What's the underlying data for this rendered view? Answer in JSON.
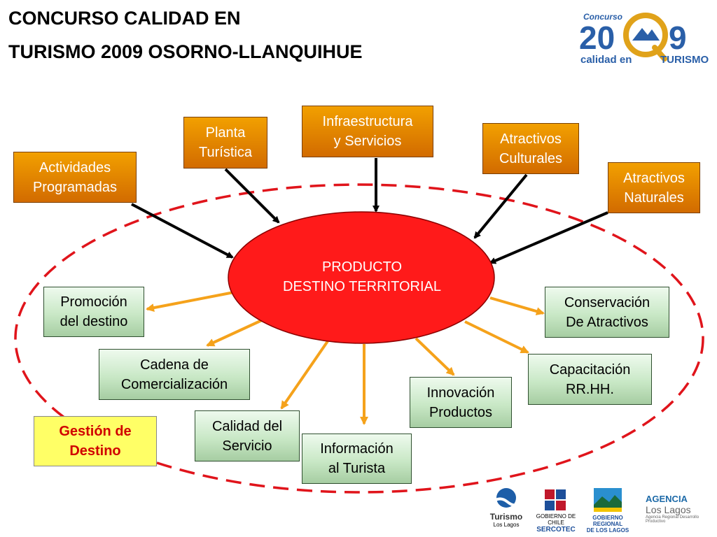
{
  "title": {
    "line1": "CONCURSO CALIDAD EN",
    "line2": "TURISMO 2009  OSORNO-LLANQUIHUE"
  },
  "logo": {
    "small": "Concurso",
    "year_left": "20",
    "year_right": "9",
    "q": "Q",
    "tagline_left": "calidad en",
    "tagline_right": "TURISMO"
  },
  "center": {
    "label": "PRODUCTO\nDESTINO TERRITORIAL"
  },
  "inputs": [
    {
      "label": "Actividades\nProgramadas"
    },
    {
      "label": "Planta\nTurística"
    },
    {
      "label": "Infraestructura\ny Servicios"
    },
    {
      "label": "Atractivos\nCulturales"
    },
    {
      "label": "Atractivos\nNaturales"
    }
  ],
  "outputs": [
    {
      "label": "Promoción\ndel destino"
    },
    {
      "label": "Cadena de\nComercialización"
    },
    {
      "label": "Calidad del\nServicio"
    },
    {
      "label": "Información\nal Turista"
    },
    {
      "label": "Innovación\nProductos"
    },
    {
      "label": "Capacitación\nRR.HH."
    },
    {
      "label": "Conservación\nDe Atractivos"
    }
  ],
  "management": {
    "label": "Gestión de\nDestino"
  },
  "footer_logos": {
    "turismo": "Turismo",
    "turismo_sub": "Los Lagos",
    "sercotec_top": "GOBIERNO DE CHILE",
    "sercotec": "SERCOTEC",
    "gobierno_top": "GOBIERNO REGIONAL",
    "gobierno": "DE LOS LAGOS",
    "agencia": "AGENCIA",
    "agencia_sub": "Los Lagos",
    "agencia_tag": "Agencia Regional Desarrollo Productivo"
  },
  "colors": {
    "input_box": "#e07a00",
    "output_box": "#c9e8c6",
    "center": "#ff1a1a",
    "dash": "#e0141b",
    "output_arrow": "#f5a21b",
    "management_text": "#d00000"
  }
}
